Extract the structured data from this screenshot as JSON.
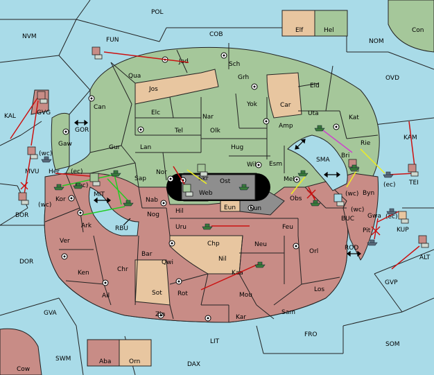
{
  "colors": {
    "sea": "#a9dbe8",
    "green_power": "#a5c79a",
    "red_power": "#c88c86",
    "neutral": "#e8c6a0",
    "grey_power": "#8e8e8e",
    "attack_order": "#cc1111",
    "support_order_green": "#22cc22",
    "support_order_yellow": "#eeee22",
    "convoy_order_magenta": "#cc44cc"
  },
  "legend": {
    "left_label": "Elf",
    "right_label": "Hel",
    "bottom_left_label": "Aba",
    "bottom_right_label": "Orn"
  },
  "sea_labels": [
    "POL",
    "NVM",
    "FUN",
    "COB",
    "NOM",
    "Con",
    "OVD",
    "KAL",
    "GVG",
    "GOR",
    "KAM",
    "MVU",
    "SMA",
    "TEI",
    "BOR",
    "MIT",
    "BUC",
    "KUP",
    "RBU",
    "ROD",
    "ALT",
    "DOR",
    "GVP",
    "GVA",
    "FRO",
    "SOM",
    "LIT",
    "SWM",
    "DAX",
    "Cow"
  ],
  "coast_labels": [
    "(wc)",
    "(ec)",
    "(wc)",
    "(wc)",
    "(ec)",
    "(wc)",
    "(ec)",
    "(wc)"
  ],
  "land_labels": {
    "green": [
      "Jad",
      "Sch",
      "Qua",
      "Jos",
      "Grh",
      "Can",
      "Car",
      "Eld",
      "Elc",
      "Nar",
      "Yok",
      "Uta",
      "Kat",
      "Tel",
      "Olk",
      "Amp",
      "Gaw",
      "Gur",
      "Lan",
      "Hug",
      "Rie",
      "Bri",
      "Nor",
      "Skr",
      "Wil",
      "Esm",
      "Her",
      "Sap",
      "Web"
    ],
    "red": [
      "Kor",
      "Nab",
      "Ost",
      "Mel",
      "Byn",
      "Hil",
      "Eun",
      "Sun",
      "Obs",
      "Ark",
      "Nog",
      "Gwa",
      "Uru",
      "Feu",
      "Pit",
      "Ver",
      "Chp",
      "Neu",
      "Bar",
      "Qwi",
      "Nil",
      "Orl",
      "Ken",
      "Chr",
      "Sot",
      "Rot",
      "Kaa",
      "Los",
      "Ail",
      "Mou",
      "Zin",
      "Kar",
      "Sam"
    ]
  },
  "units": [
    "army-jad",
    "army-gvg",
    "army-mvu",
    "army-bor",
    "fleet-mvu",
    "army-her",
    "fleet-kor",
    "fleet-sap",
    "fleet-mit",
    "fleet-ark",
    "army-skr",
    "army-web",
    "fleet-ost",
    "fleet-bri",
    "fleet-mel",
    "fleet-obs",
    "army-bri",
    "fleet-buc",
    "army-rie",
    "army-tei",
    "army-kup",
    "fleet-gwa",
    "fleet-pit",
    "army-alt",
    "fleet-uru",
    "fleet-kaa"
  ]
}
